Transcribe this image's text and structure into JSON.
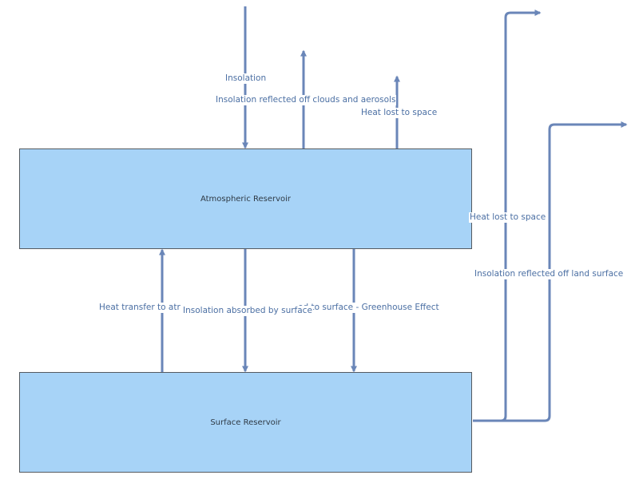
{
  "colors": {
    "arrow": "#6a86b8",
    "reservoir_fill": "#a7d3f7",
    "label_text": "#4b6fa3"
  },
  "boxes": {
    "atmospheric": "Atmospheric Reservoir",
    "surface": "Surface Reservoir"
  },
  "labels": {
    "insolation": "Insolation",
    "reflected_clouds": "Insolation reflected off clouds and aerosols",
    "heat_lost_atm": "Heat lost to space",
    "heat_lost_surface": "Heat lost to space",
    "reflected_land": "Insolation reflected off land surface",
    "heat_transfer_partial": "Heat transfer to atr",
    "absorbed": "Insolation absorbed by surface",
    "greenhouse_partial": "ed to surface - Greenhouse Effect"
  }
}
